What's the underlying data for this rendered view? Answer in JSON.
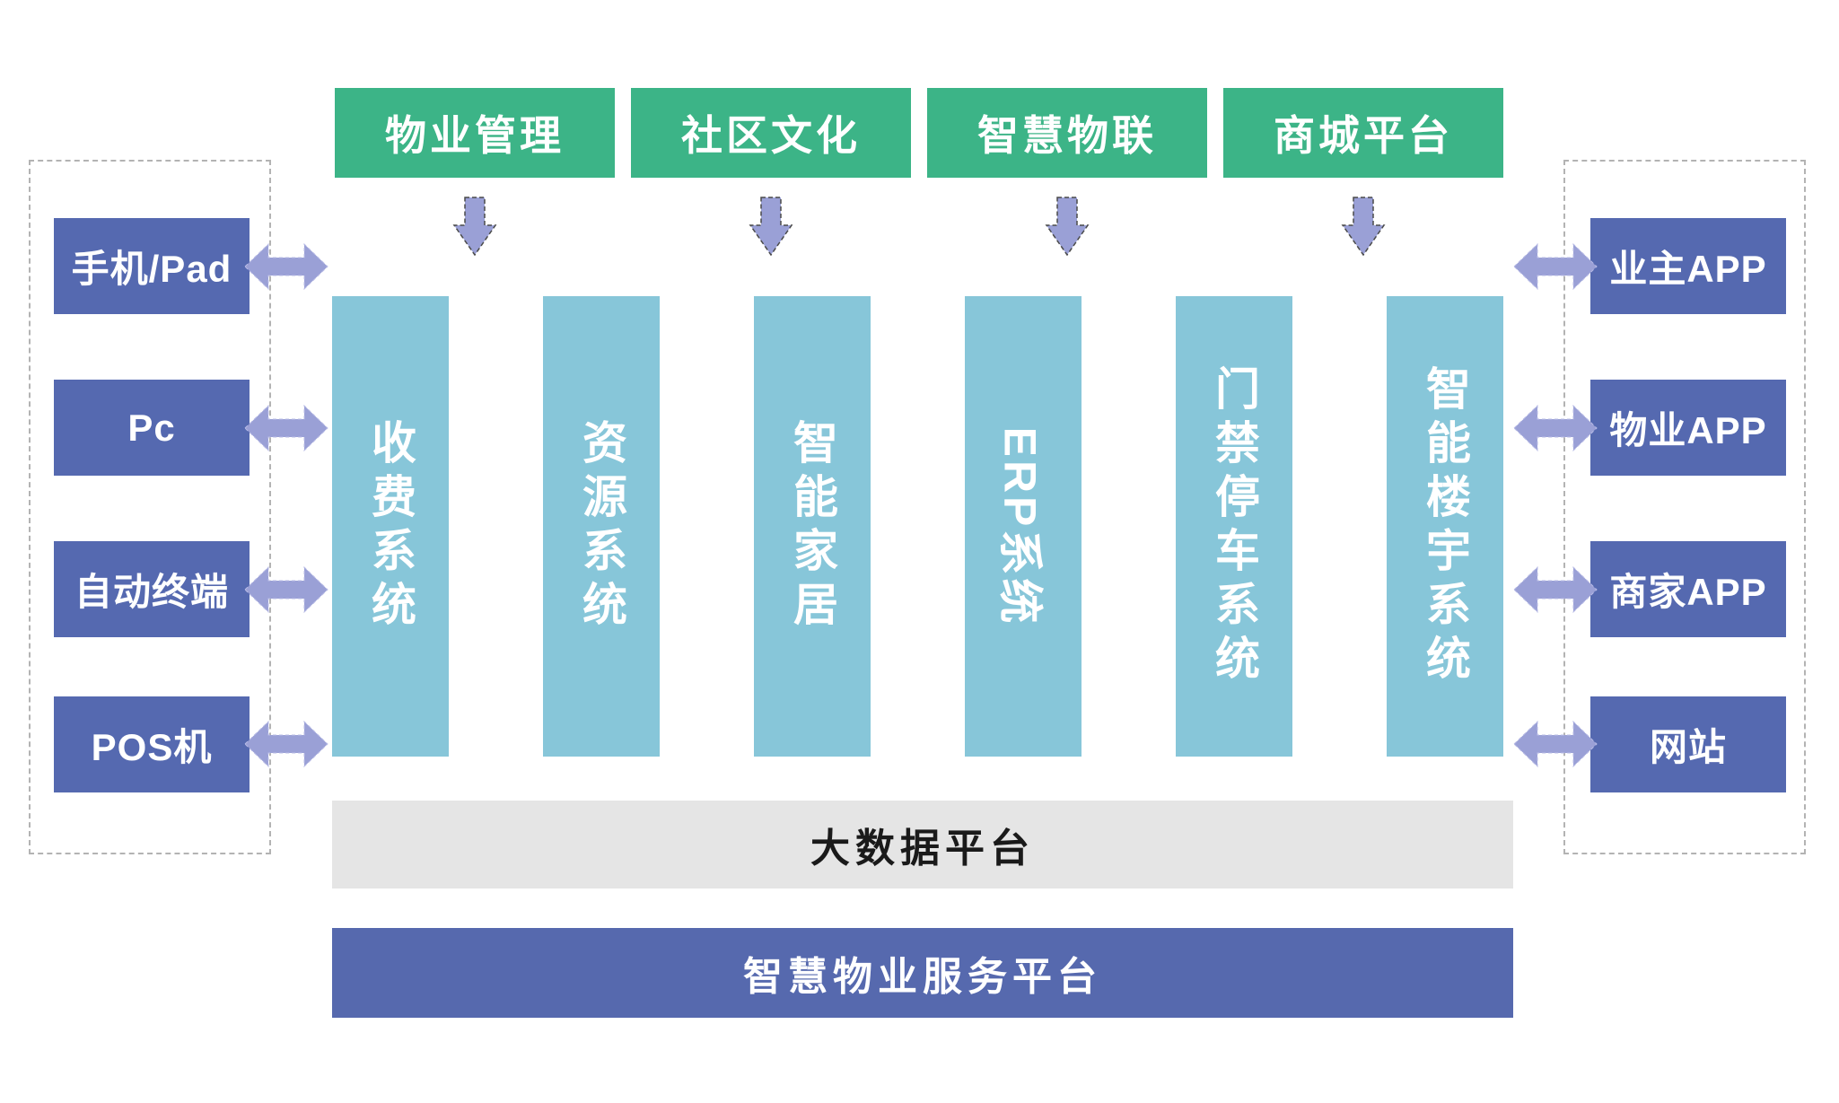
{
  "diagram": {
    "top_modules": [
      "物业管理",
      "社区文化",
      "智慧物联",
      "商城平台"
    ],
    "systems": [
      "收费系统",
      "资源系统",
      "智能家居",
      "ERP系统",
      "门禁停车系统",
      "智能楼宇系统"
    ],
    "left_terminals": [
      "手机/Pad",
      "Pc",
      "自动终端",
      "POS机"
    ],
    "right_apps": [
      "业主APP",
      "物业APP",
      "商家APP",
      "网站"
    ],
    "platforms": {
      "big_data": "大数据平台",
      "service": "智慧物业服务平台"
    }
  },
  "colors": {
    "module_green": "#3cb487",
    "system_teal": "#87c6d9",
    "terminal_purple": "#5569b0",
    "platform_blue": "#5669ae",
    "platform_gray": "#e5e5e5",
    "arrow_purple": "#9aa0d6",
    "arrow_outline": "#4a4a4a",
    "dash_border": "#b3b3b3"
  }
}
